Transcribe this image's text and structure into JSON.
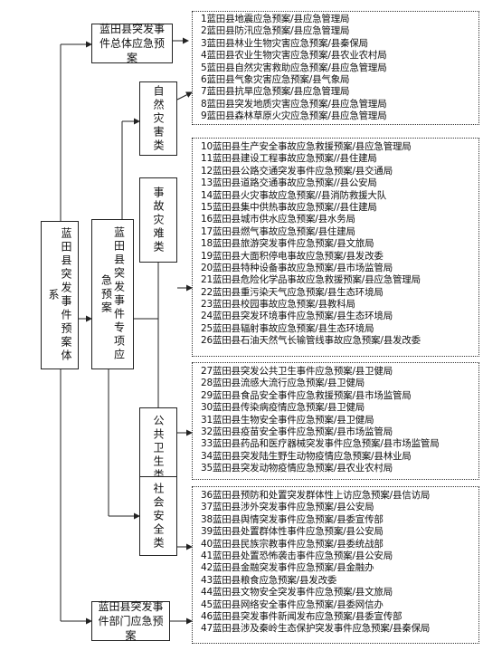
{
  "root": "蓝田县突发事件预案体系",
  "overall_plan": "蓝田县突发事件总体应急预案",
  "special_plans": "蓝田县突发事件专项应急预案",
  "department_plans": "蓝田县突发事件部门应急预案",
  "categories": [
    {
      "name": "自然灾害类",
      "plans": [
        "7蓝田县抗旱应急预案/县应急管理局",
        "8蓝田县突发地质灾害应急预案/县应急管理局",
        "9蓝田县森林草原火灾应急预案/县应急管理局"
      ]
    },
    {
      "name": "事故灾难类",
      "plans": [
        "10蓝田县生产安全事故应急救援预案/县应急管理局",
        "11蓝田县建设工程事故应急预案//县住建局",
        "12蓝田县公路交通突发事件应急预案/县交通局",
        "13蓝田县道路交通事故应急预案//县公安局",
        "14蓝田县火灾事故应急预案//县消防救援大队",
        "15蓝田县集中供热事故应急预案//县住建局",
        "16蓝田县城市供水应急预案/县水务局",
        "17蓝田县燃气事故应急预案/县住建局",
        "18蓝田县旅游突发事件应急预案/县文旅局",
        "19蓝田县大面积停电事故应急预案/县发改委",
        "20蓝田县特种设备事故应急预案/县市场监管局",
        "21蓝田县危险化学品事故应急救援预案/县应急管理局",
        "22蓝田县重污染天气应急预案/县生态环境局",
        "23蓝田县校园事故应急预案/县教科局",
        "24蓝田县突发环境事件应急预案/县生态环境局",
        "25蓝田县辐射事故应急预案/县生态环境局",
        "26蓝田县石油天然气长输管线事故应急预案/县发改委"
      ]
    },
    {
      "name": "公共卫生类",
      "plans": [
        "27蓝田县突发公共卫生事件应急预案/县卫健局",
        "28蓝田县流感大流行应急预案/县卫健局",
        "29蓝田县食品安全事件应急救援预案/县市场监管局",
        "30蓝田县传染病疫情应急预案/县卫健局",
        "31蓝田县生物安全事件应急预案/县卫健局",
        "32蓝田县疫苗安全事件应急预案/县市场监管局",
        "33蓝田县药品和医疗器械突发事件应急预案/县市场监管局",
        "34蓝田县突发陆生野生动物疫情应急预案/县林业局",
        "35蓝田县突发动物疫情应急预案/县农业农村局"
      ]
    },
    {
      "name": "社会安全类",
      "plans": [
        "36蓝田县预防和处置突发群体性上访应急预案/县信访局",
        "37蓝田县涉外突发事件应急预案/县公安局",
        "38蓝田县舆情突发事件应急预案/县委宣传部",
        "39蓝田县处置群体性事件应急预案/县公安局",
        "40蓝田县民族宗教事件应急预案/县委统战部",
        "41蓝田县处置恐怖袭击事件应急预案/县公安局",
        "42蓝田县金融突发事件应急预案/县金融办",
        "43蓝田县粮食应急预案/县发改委",
        "44蓝田县文物安全突发事件应急预案/县文旅局",
        "45蓝田县网络安全事件应急预案/县委网信办",
        "46蓝田县突发事件新闻发布应急预案/县委宣传部",
        "47蓝田县涉及秦岭生态保护突发事件应急预案/县秦保局"
      ]
    }
  ],
  "top_plans": [
    "1蓝田县地震应急预案/县应急管理局",
    "2蓝田县防汛应急预案/县应急管理局",
    "3蓝田县林业生物灾害应急预案/县秦保局",
    "4蓝田县农业生物灾害应急预案/县农业农村局",
    "5蓝田县自然灾害救助应急预案/县应急管理局",
    "6蓝田县气象灾害应急预案/县气象局"
  ]
}
